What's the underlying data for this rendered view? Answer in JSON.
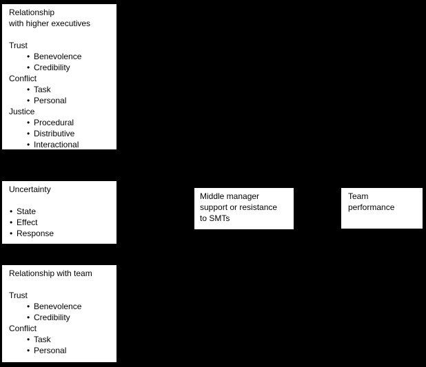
{
  "diagram": {
    "background_color": "#000000",
    "box_fill_color": "#ffffff",
    "box_border_color": "#000000",
    "text_color": "#000000",
    "bullet_icon": "•",
    "boxes": [
      {
        "id": "relationship-higher-executives",
        "lines": [
          {
            "type": "title",
            "text": "Relationship"
          },
          {
            "type": "title",
            "text": "with higher executives"
          },
          {
            "type": "spacer",
            "text": ""
          },
          {
            "type": "heading",
            "text": "Trust"
          },
          {
            "type": "bullet",
            "indent": 1,
            "text": "Benevolence"
          },
          {
            "type": "bullet",
            "indent": 1,
            "text": "Credibility"
          },
          {
            "type": "heading",
            "text": "Conflict"
          },
          {
            "type": "bullet",
            "indent": 1,
            "text": "Task"
          },
          {
            "type": "bullet",
            "indent": 1,
            "text": "Personal"
          },
          {
            "type": "heading",
            "text": "Justice"
          },
          {
            "type": "bullet",
            "indent": 1,
            "text": "Procedural"
          },
          {
            "type": "bullet",
            "indent": 1,
            "text": "Distributive"
          },
          {
            "type": "bullet",
            "indent": 1,
            "text": "Interactional"
          }
        ]
      },
      {
        "id": "uncertainty",
        "lines": [
          {
            "type": "title",
            "text": "Uncertainty"
          },
          {
            "type": "spacer",
            "text": ""
          },
          {
            "type": "bullet",
            "indent": 0,
            "text": "State"
          },
          {
            "type": "bullet",
            "indent": 0,
            "text": "Effect"
          },
          {
            "type": "bullet",
            "indent": 0,
            "text": "Response"
          }
        ]
      },
      {
        "id": "relationship-with-team",
        "lines": [
          {
            "type": "title",
            "text": "Relationship with team"
          },
          {
            "type": "spacer",
            "text": ""
          },
          {
            "type": "heading",
            "text": "Trust"
          },
          {
            "type": "bullet",
            "indent": 1,
            "text": "Benevolence"
          },
          {
            "type": "bullet",
            "indent": 1,
            "text": "Credibility"
          },
          {
            "type": "heading",
            "text": "Conflict"
          },
          {
            "type": "bullet",
            "indent": 1,
            "text": "Task"
          },
          {
            "type": "bullet",
            "indent": 1,
            "text": "Personal"
          }
        ]
      },
      {
        "id": "middle-manager-support",
        "lines": [
          {
            "type": "title",
            "text": "Middle manager"
          },
          {
            "type": "title",
            "text": "support or resistance"
          },
          {
            "type": "title",
            "text": "to SMTs"
          }
        ]
      },
      {
        "id": "team-performance",
        "lines": [
          {
            "type": "title",
            "text": "Team"
          },
          {
            "type": "title",
            "text": "performance"
          }
        ]
      }
    ]
  }
}
